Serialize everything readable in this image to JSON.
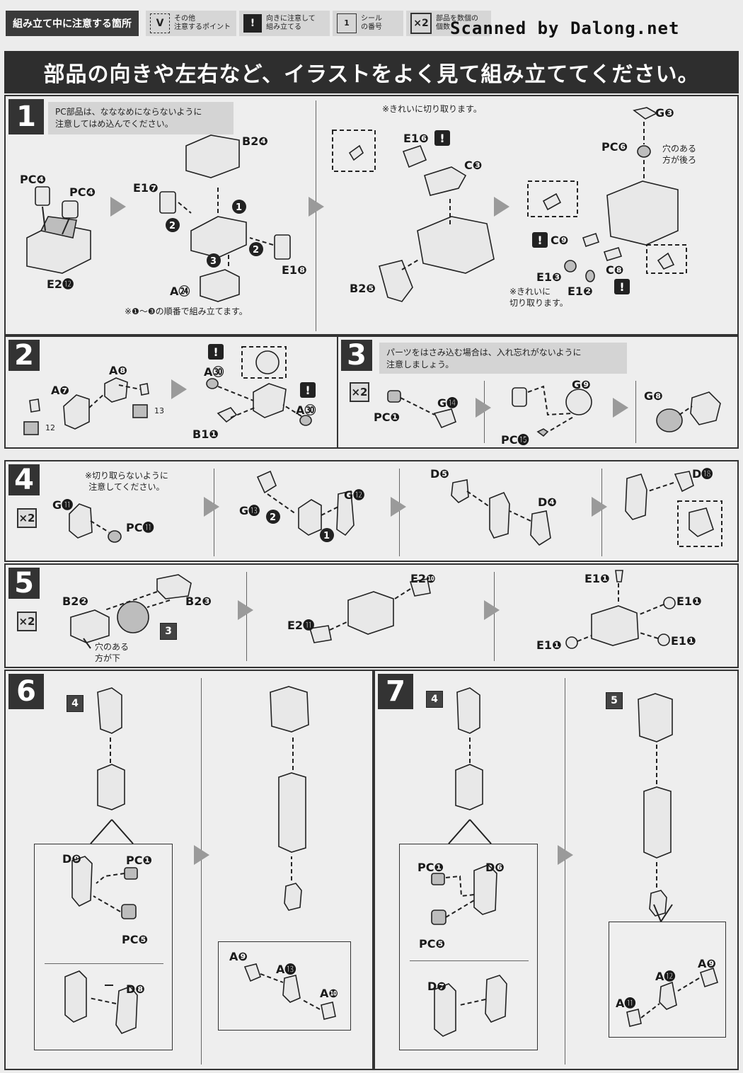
{
  "legend": {
    "title": "組み立て中に注意する箇所",
    "items": [
      {
        "icon": "V",
        "text1": "その他",
        "text2": "注意するポイント"
      },
      {
        "icon": "!",
        "text1": "向きに注意して",
        "text2": "組み立てる"
      },
      {
        "icon": "1",
        "text1": "シール",
        "text2": "の番号"
      },
      {
        "icon": "×2",
        "text1": "部品を数個の",
        "text2": "個数"
      }
    ]
  },
  "watermark": "Scanned by Dalong.net",
  "banner": "部品の向きや左右など、イラストをよく見て組み立ててください。",
  "step1": {
    "num": "1",
    "note": "PC部品は、なななめにならないように\n注意してはめ込んでください。",
    "order_note": "※❶〜❸の順番で組み立てます。",
    "cut_note": "※きれいに切り取ります。",
    "cut_note2": "※きれいに\n切り取ります。",
    "hole_note": "穴のある\n方が後ろ",
    "labels": [
      "PC❹",
      "PC❹",
      "E2⓬",
      "E1❼",
      "B2❹",
      "E1❽",
      "A㉔",
      "E1❻",
      "C❸",
      "B2❺",
      "G❸",
      "PC❻",
      "C❾",
      "E1❸",
      "E1❷",
      "C❽"
    ]
  },
  "step2": {
    "num": "2",
    "labels": [
      "A❽",
      "A❼",
      "12",
      "13",
      "A㉚",
      "A㉚",
      "B1❶"
    ]
  },
  "step3": {
    "num": "3",
    "note": "パーツをはさみ込む場合は、入れ忘れがないように\n注意しましょう。",
    "count": "×2",
    "labels": [
      "PC❶",
      "G⓮",
      "G❾",
      "PC⓯",
      "G❽"
    ]
  },
  "step4": {
    "num": "4",
    "count": "×2",
    "note": "※切り取らないように\n注意してください。",
    "labels": [
      "G⓫",
      "PC⓫",
      "G⓭",
      "G⓬",
      "D❺",
      "D❹",
      "D⓲"
    ]
  },
  "step5": {
    "num": "5",
    "count": "×2",
    "hole_note": "穴のある\n方が下",
    "labels": [
      "B2❷",
      "B2❸",
      "3",
      "E2❿",
      "E2⓫",
      "E1❶",
      "E1❶",
      "E1❶",
      "E1❶"
    ]
  },
  "step6": {
    "num": "6",
    "labels": [
      "4",
      "D❾",
      "PC❶",
      "PC❺",
      "D❽",
      "A❾",
      "A⓭",
      "A❿"
    ]
  },
  "step7": {
    "num": "7",
    "labels": [
      "4",
      "5",
      "PC❶",
      "D❻",
      "PC❺",
      "D❼",
      "A⓬",
      "A❾",
      "A⓫"
    ]
  }
}
